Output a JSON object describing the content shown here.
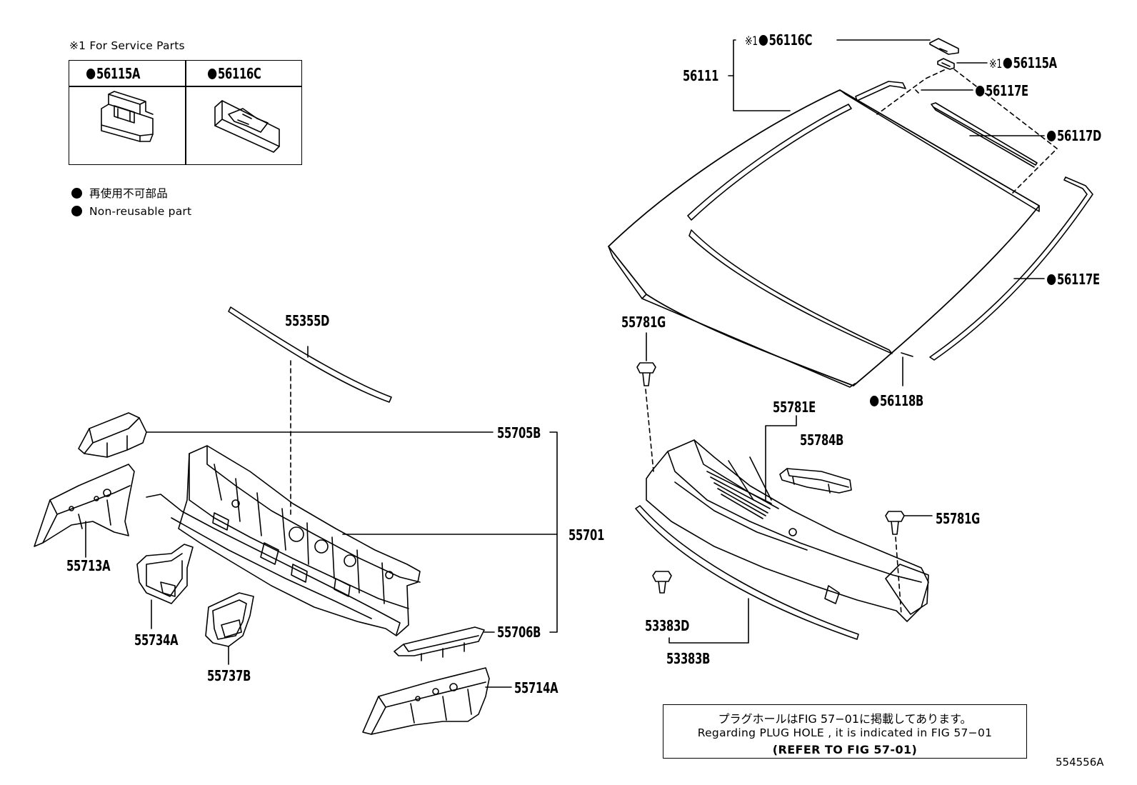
{
  "service_parts": {
    "title": "※1 For Service Parts",
    "col1": "56115A",
    "col2": "56116C"
  },
  "legend": {
    "ja": "再使用不可部品",
    "en": "Non-reusable part"
  },
  "labels": {
    "p56111": "56111",
    "p56116C": "56116C",
    "p56115A": "56115A",
    "p56117E_top": "56117E",
    "p56117D": "56117D",
    "p56117E_side": "56117E",
    "p56118B": "56118B",
    "p55355D": "55355D",
    "p55705B": "55705B",
    "p55701": "55701",
    "p55706B": "55706B",
    "p55713A": "55713A",
    "p55734A": "55734A",
    "p55737B": "55737B",
    "p55714A": "55714A",
    "p55781G_left": "55781G",
    "p55781E": "55781E",
    "p55784B": "55784B",
    "p55781G_right": "55781G",
    "p53383D": "53383D",
    "p53383B": "53383B"
  },
  "asterisk": "※1",
  "note": {
    "line1": "プラグホールはFIG 57−01に掲載してあります。",
    "line2": "Regarding  PLUG  HOLE , it is indicated in FIG  57−01",
    "line3": "(REFER TO FIG 57-01)"
  },
  "figure_id": "554556A"
}
